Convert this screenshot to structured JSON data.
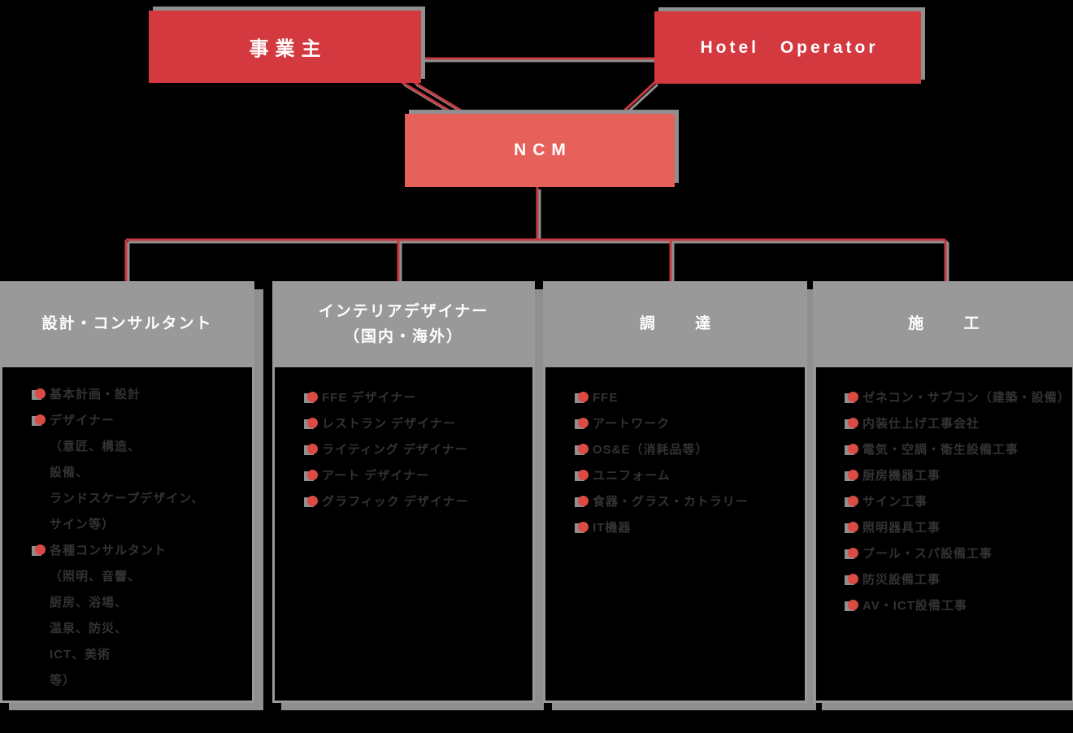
{
  "top": {
    "owner_label": "事業主",
    "operator_label": "Hotel Operator",
    "ncm_label": "NCM"
  },
  "colors": {
    "box_red": "#D4393F",
    "ncm_red": "#E7615B",
    "panel_gray": "#999999",
    "shadow_gray": "#8F8F8F",
    "line_red": "#C93A40",
    "bullet_red": "#DB4A45",
    "list_text": "#333333",
    "background": "#000000"
  },
  "columns": [
    {
      "header": "設計・コンサルタント",
      "rows": [
        "基本計画・設計",
        "デザイナー",
        "（意匠、構造、",
        "設備、",
        "ランドスケープデザイン、",
        "サイン等）",
        "各種コンサルタント",
        "（照明、音響、",
        "厨房、浴場、",
        "温泉、防災、",
        "ICT、美術",
        "等）"
      ]
    },
    {
      "header_line1": "インテリアデザイナー",
      "header_line2": "（国内・海外）",
      "items": [
        "FFE デザイナー",
        "レストラン デザイナー",
        "ライティング デザイナー",
        "アート デザイナー",
        "グラフィック デザイナー"
      ]
    },
    {
      "header": "調達",
      "items": [
        "FFE",
        "アートワーク",
        "OS&E（消耗品等）",
        "ユニフォーム",
        "食器・グラス・カトラリー",
        "IT機器"
      ]
    },
    {
      "header": "施工",
      "items": [
        "ゼネコン・サブコン（建築・設備）",
        "内装仕上げ工事会社",
        "電気・空調・衛生設備工事",
        "厨房機器工事",
        "サイン工事",
        "照明器具工事",
        "プール・スパ設備工事",
        "防災設備工事",
        "AV・ICT設備工事"
      ]
    }
  ]
}
